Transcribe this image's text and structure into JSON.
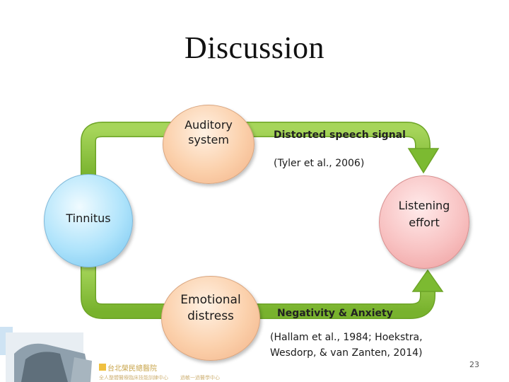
{
  "slide": {
    "title": "Discussion",
    "page_number": "23"
  },
  "nodes": {
    "auditory": {
      "line1": "Auditory",
      "line2": "system"
    },
    "tinnitus": {
      "label": "Tinnitus"
    },
    "listening": {
      "line1": "Listening",
      "line2": "effort"
    },
    "emotional": {
      "line1": "Emotional",
      "line2": "distress"
    }
  },
  "labels": {
    "distorted": "Distorted speech signal",
    "tyler": "(Tyler et al., 2006)",
    "negativity": "Negativity & Anxiety",
    "hallam": "(Hallam et al., 1984; Hoekstra, Wesdorp, & van Zanten, 2014)"
  },
  "logo": {
    "name": "台北榮民總醫院",
    "subtitle_left": "全人整體醫療臨床技能訓練中心",
    "subtitle_right": "過敏一過醫學中心"
  },
  "colors": {
    "arrow_green": "#8dc63f",
    "decrease_arrow": "#e02020",
    "tinnitus_fill": "#aee3fb",
    "node_fill_orange": "#fbd0ab",
    "listening_fill": "#f8c2c2"
  },
  "icons": [
    "decrease-arrow-icon",
    "logo-emblem-icon"
  ]
}
